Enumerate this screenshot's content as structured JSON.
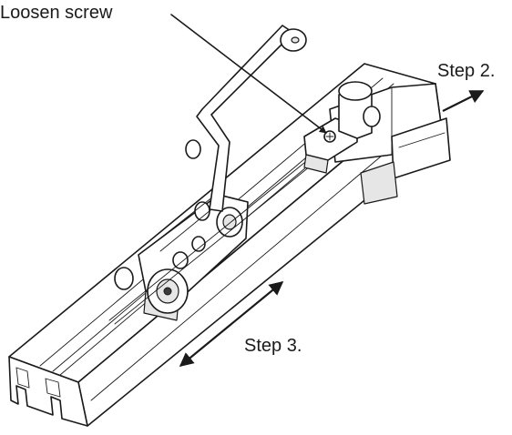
{
  "labels": {
    "loosen_screw": "Loosen screw",
    "step2": "Step 2.",
    "step3": "Step 3."
  },
  "colors": {
    "line": "#1a1a1a",
    "shade": "#e6e6e6",
    "background": "#ffffff"
  }
}
